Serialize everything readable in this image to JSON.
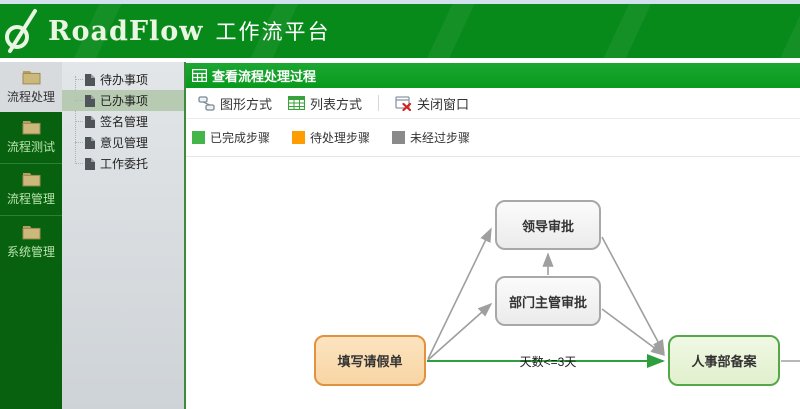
{
  "header": {
    "logo_text": "RoadFlow",
    "title": "工作流平台"
  },
  "sidebar": {
    "items": [
      {
        "label": "流程处理",
        "active": true
      },
      {
        "label": "流程测试",
        "active": false
      },
      {
        "label": "流程管理",
        "active": false
      },
      {
        "label": "系统管理",
        "active": false
      }
    ]
  },
  "submenu": {
    "items": [
      {
        "label": "待办事项",
        "selected": false
      },
      {
        "label": "已办事项",
        "selected": true
      },
      {
        "label": "签名管理",
        "selected": false
      },
      {
        "label": "意见管理",
        "selected": false
      },
      {
        "label": "工作委托",
        "selected": false
      }
    ]
  },
  "main": {
    "title": "查看流程处理过程",
    "toolbar": {
      "graph_mode": "图形方式",
      "list_mode": "列表方式",
      "close_window": "关闭窗口"
    },
    "legend": [
      {
        "label": "已完成步骤",
        "color": "#44b549"
      },
      {
        "label": "待处理步骤",
        "color": "#ff9c00"
      },
      {
        "label": "未经过步骤",
        "color": "#8a8a8a"
      }
    ]
  },
  "diagram": {
    "condition_label": "天数<=3天",
    "nodes": [
      {
        "label": "填写请假单",
        "status": "待处理步骤",
        "border_color": "#e0923f",
        "fill_color": "#f9dcae"
      },
      {
        "label": "部门主管审批",
        "status": "未经过步骤",
        "border_color": "#a8a8a8",
        "fill_color": "#f0f0f0"
      },
      {
        "label": "领导审批",
        "status": "未经过步骤",
        "border_color": "#a8a8a8",
        "fill_color": "#f0f0f0"
      },
      {
        "label": "人事部备案",
        "status": "已完成步骤",
        "border_color": "#55a848",
        "fill_color": "#e8f4d8"
      }
    ],
    "edges": [
      {
        "from": "填写请假单",
        "to": "领导审批",
        "color": "#9f9f9f",
        "label": ""
      },
      {
        "from": "填写请假单",
        "to": "部门主管审批",
        "color": "#9f9f9f",
        "label": ""
      },
      {
        "from": "部门主管审批",
        "to": "领导审批",
        "color": "#9f9f9f",
        "label": ""
      },
      {
        "from": "领导审批",
        "to": "人事部备案",
        "color": "#9f9f9f",
        "label": ""
      },
      {
        "from": "部门主管审批",
        "to": "人事部备案",
        "color": "#9f9f9f",
        "label": ""
      },
      {
        "from": "填写请假单",
        "to": "人事部备案",
        "color": "#2f9e3f",
        "label": "天数<=3天"
      }
    ]
  },
  "colors": {
    "header_green": "#088a1b",
    "titlebar_green": "#0b9322",
    "sidebar_green": "#07610f",
    "submenu_gray": "#d6dadd",
    "completed_green": "#44b549",
    "pending_orange": "#ff9c00",
    "notpassed_gray": "#8a8a8a"
  },
  "icons": {
    "logo": "roadflow-swirl",
    "titlebar": "grid-table",
    "graph_mode": "flowchart-boxes",
    "list_mode": "green-table",
    "close_window": "window-red-x",
    "sidebar_item": "tan-folder",
    "submenu_item": "document-page"
  }
}
